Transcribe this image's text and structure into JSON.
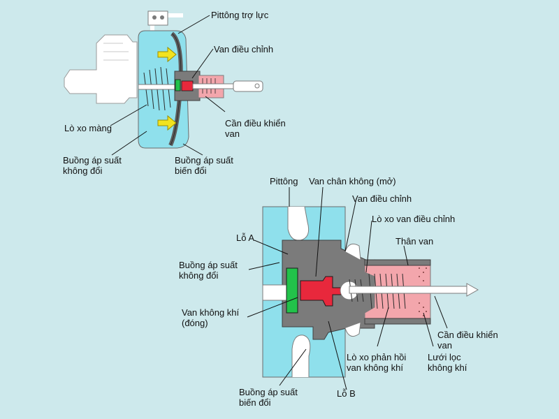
{
  "colors": {
    "background": "#cde9ec",
    "chamber": "#8fe0ec",
    "body_gray": "#7b7b7b",
    "valve_red": "#e8283c",
    "valve_pink": "#f3a6ac",
    "diaphragm_green": "#22c24a",
    "arrow_yellow": "#f2e31f"
  },
  "top": {
    "piston": "Pittông trợ lực",
    "control_valve": "Van điều chỉnh",
    "diaphragm_spring": "Lò xo màng",
    "valve_rod": [
      "Cần điều khiển",
      "van"
    ],
    "const_chamber": [
      "Buồng áp suất",
      "không đổi"
    ],
    "var_chamber": [
      "Buồng áp suất",
      "biến đổi"
    ]
  },
  "bottom": {
    "piston": "Pittông",
    "vacuum_valve": "Van chân không (mở)",
    "control_valve": "Van điều chỉnh",
    "cv_spring": "Lò xo van điều chỉnh",
    "port_a": "Lỗ A",
    "valve_body": "Thân van",
    "const_chamber": [
      "Buồng áp suất",
      "không đổi"
    ],
    "air_valve": [
      "Van không khí",
      "(đóng)"
    ],
    "valve_rod": [
      "Cần điều khiển",
      "van"
    ],
    "return_spring": [
      "Lò xo phản hồi",
      "van không khí"
    ],
    "air_filter": [
      "Lưới lọc",
      "không khí"
    ],
    "var_chamber": [
      "Buồng áp suất",
      "biến đổi"
    ],
    "port_b": "Lỗ B"
  }
}
